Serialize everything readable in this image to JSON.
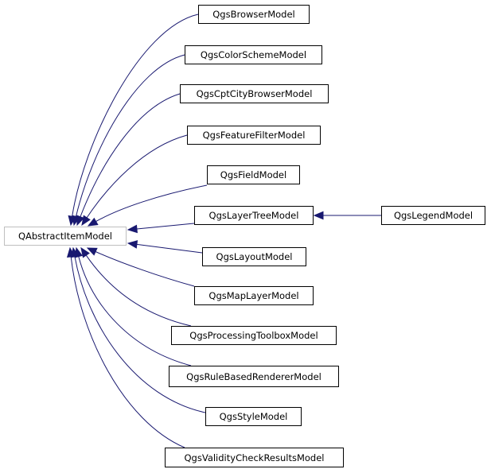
{
  "diagram": {
    "colors": {
      "edge": "#191970",
      "node_border": "#000000",
      "base_border": "#bfbfbf"
    },
    "base": "QAbstractItemModel",
    "children": [
      "QgsBrowserModel",
      "QgsColorSchemeModel",
      "QgsCptCityBrowserModel",
      "QgsFeatureFilterModel",
      "QgsFieldModel",
      "QgsLayerTreeModel",
      "QgsLayoutModel",
      "QgsMapLayerModel",
      "QgsProcessingToolboxModel",
      "QgsRuleBasedRendererModel",
      "QgsStyleModel",
      "QgsValidityCheckResultsModel"
    ],
    "grandchild": "QgsLegendModel"
  }
}
